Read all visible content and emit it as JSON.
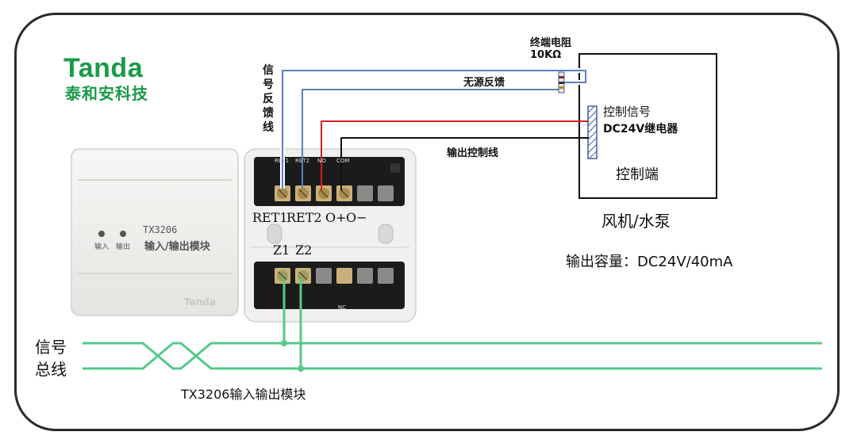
{
  "brand": {
    "name": "Tanda",
    "tagline": "泰和安科技"
  },
  "module_face": {
    "model": "TX3206",
    "title": "输入/输出模块",
    "led_input": "输入",
    "led_output": "输出",
    "logo": "Tanda"
  },
  "base": {
    "top_terminals": [
      "RET1",
      "RET2",
      "O+",
      "O−"
    ],
    "top_print": [
      "RET1",
      "RET2",
      "NO",
      "COM"
    ],
    "bottom_terminals": [
      "Z1",
      "Z2"
    ],
    "bottom_print": "NC"
  },
  "labels": {
    "feedback_line": [
      "信",
      "号",
      "反",
      "馈",
      "线"
    ],
    "passive_feedback": "无源反馈",
    "terminal_resistor": "终端电阻",
    "resistor_value": "10KΩ",
    "output_control_line": "输出控制线",
    "control_signal": "控制信号",
    "relay": "DC24V继电器",
    "control_end": "控制端",
    "device": "风机/水泵",
    "capacity": "输出容量：DC24V/40mA",
    "signal_bus_line1": "信号",
    "signal_bus_line2": "总线",
    "caption": "TX3206输入输出模块"
  },
  "colors": {
    "brand_green": "#1a9a4a",
    "feedback_wire": "#5a7fc0",
    "output_red": "#d42020",
    "output_black": "#111111",
    "bus_green": "#55c98a",
    "relay_hatch": "#3b5fa8"
  }
}
